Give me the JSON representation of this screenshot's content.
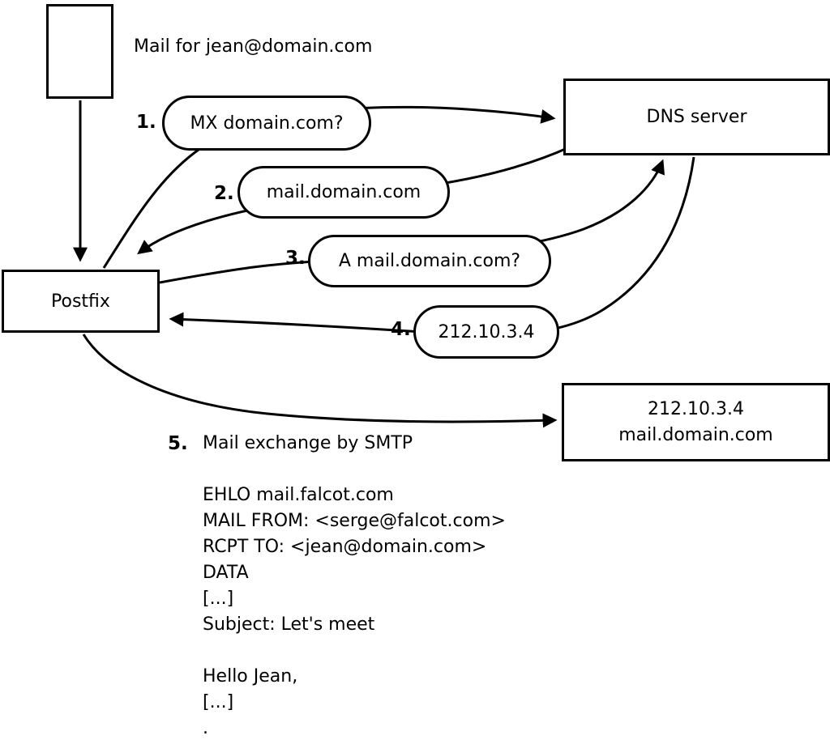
{
  "colors": {
    "ink": "#000000",
    "paper": "#ffffff"
  },
  "nodes": {
    "mail_note": "Mail for jean@domain.com",
    "postfix": "Postfix",
    "dns": "DNS server",
    "target": {
      "line1": "212.10.3.4",
      "line2": "mail.domain.com"
    }
  },
  "steps": [
    {
      "num": "1.",
      "label": "MX domain.com?"
    },
    {
      "num": "2.",
      "label": "mail.domain.com"
    },
    {
      "num": "3.",
      "label": "A mail.domain.com?"
    },
    {
      "num": "4.",
      "label": "212.10.3.4"
    },
    {
      "num": "5.",
      "label": "Mail exchange by SMTP"
    }
  ],
  "smtp_session": [
    "EHLO mail.falcot.com",
    "MAIL FROM: <serge@falcot.com>",
    "RCPT TO: <jean@domain.com>",
    "DATA",
    "[...]",
    "Subject: Let's meet",
    "",
    "Hello Jean,",
    "[...]",
    "."
  ]
}
